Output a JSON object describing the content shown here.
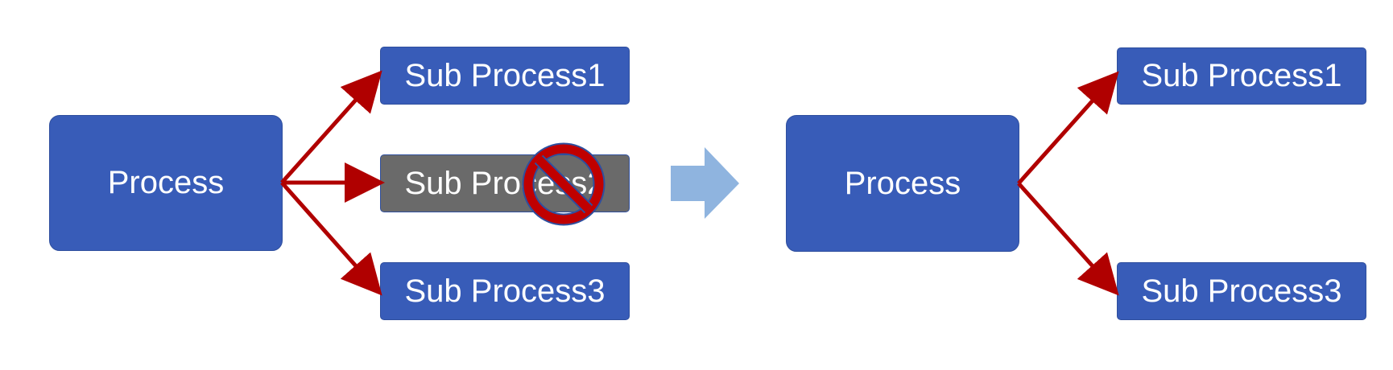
{
  "before": {
    "process_label": "Process",
    "sub1_label": "Sub Process1",
    "sub2_label": "Sub Process2",
    "sub3_label": "Sub Process3"
  },
  "after": {
    "process_label": "Process",
    "sub1_label": "Sub Process1",
    "sub3_label": "Sub Process3"
  },
  "colors": {
    "box_blue": "#385cb8",
    "removed_gray": "#6a6a6a",
    "connector_red": "#b00000",
    "transition_arrow": "#8fb4df",
    "prohibit_red": "#c00000",
    "prohibit_border": "#2f4f9e"
  },
  "icons": {
    "removed_marker": "prohibited-icon",
    "transition": "right-arrow-icon"
  }
}
